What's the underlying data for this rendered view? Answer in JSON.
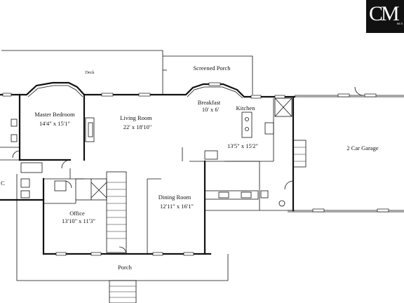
{
  "logo": {
    "text": "CM",
    "sub": "MLS"
  },
  "rooms": {
    "deck": {
      "label": "Deck"
    },
    "screened_porch": {
      "label": "Screened Porch"
    },
    "breakfast": {
      "label": "Breakfast",
      "dims": "10' x 6'"
    },
    "kitchen": {
      "label": "Kitchen",
      "dims": "13'5\" x 15'2\""
    },
    "master_bedroom": {
      "label": "Master Bedroom",
      "dims": "14'4\" x 15'1\""
    },
    "living_room": {
      "label": "Living Room",
      "dims": "22' x 18'10\""
    },
    "garage": {
      "label": "2 Car Garage"
    },
    "dining_room": {
      "label": "Dining Room",
      "dims": "12'11\" x 16'1\""
    },
    "office": {
      "label": "Office",
      "dims": "13'10\" x 11'3\""
    },
    "porch": {
      "label": "Porch"
    },
    "left_edge": {
      "label": "C"
    }
  }
}
